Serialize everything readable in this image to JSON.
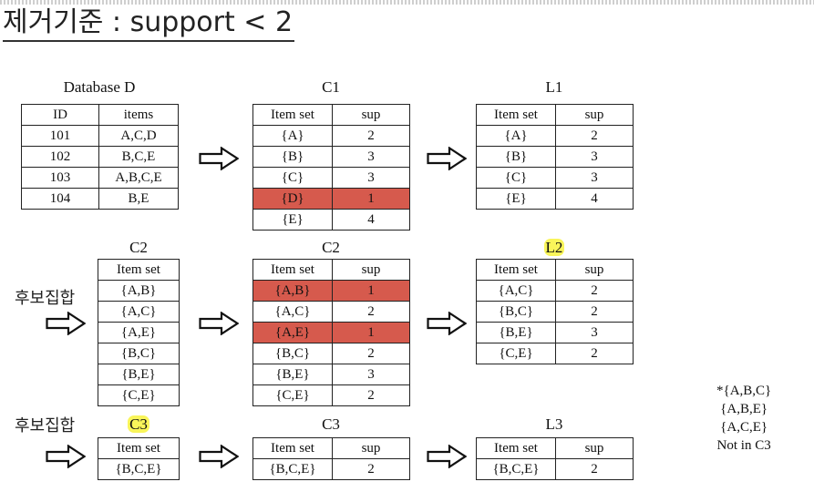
{
  "heading": "제거기준 : support < 2",
  "database": {
    "title": "Database D",
    "headers": [
      "ID",
      "items"
    ],
    "rows": [
      [
        "101",
        "A,C,D"
      ],
      [
        "102",
        "B,C,E"
      ],
      [
        "103",
        "A,B,C,E"
      ],
      [
        "104",
        "B,E"
      ]
    ]
  },
  "c1": {
    "title": "C1",
    "headers": [
      "Item set",
      "sup"
    ],
    "rows": [
      [
        "{A}",
        "2"
      ],
      [
        "{B}",
        "3"
      ],
      [
        "{C}",
        "3"
      ],
      [
        "{D}",
        "1"
      ],
      [
        "{E}",
        "4"
      ]
    ]
  },
  "l1": {
    "title": "L1",
    "headers": [
      "Item set",
      "sup"
    ],
    "rows": [
      [
        "{A}",
        "2"
      ],
      [
        "{B}",
        "3"
      ],
      [
        "{C}",
        "3"
      ],
      [
        "{E}",
        "4"
      ]
    ]
  },
  "c2_candidates": {
    "title": "C2",
    "headers": [
      "Item set"
    ],
    "rows": [
      [
        "{A,B}"
      ],
      [
        "{A,C}"
      ],
      [
        "{A,E}"
      ],
      [
        "{B,C}"
      ],
      [
        "{B,E}"
      ],
      [
        "{C,E}"
      ]
    ]
  },
  "c2_counts": {
    "title": "C2",
    "headers": [
      "Item set",
      "sup"
    ],
    "rows": [
      [
        "{A,B}",
        "1"
      ],
      [
        "{A,C}",
        "2"
      ],
      [
        "{A,E}",
        "1"
      ],
      [
        "{B,C}",
        "2"
      ],
      [
        "{B,E}",
        "3"
      ],
      [
        "{C,E}",
        "2"
      ]
    ]
  },
  "l2": {
    "title": "L2",
    "headers": [
      "Item set",
      "sup"
    ],
    "rows": [
      [
        "{A,C}",
        "2"
      ],
      [
        "{B,C}",
        "2"
      ],
      [
        "{B,E}",
        "3"
      ],
      [
        "{C,E}",
        "2"
      ]
    ]
  },
  "c3_candidates": {
    "title": "C3",
    "headers": [
      "Item set"
    ],
    "rows": [
      [
        "{B,C,E}"
      ]
    ]
  },
  "c3_counts": {
    "title": "C3",
    "headers": [
      "Item set",
      "sup"
    ],
    "rows": [
      [
        "{B,C,E}",
        "2"
      ]
    ]
  },
  "l3": {
    "title": "L3",
    "headers": [
      "Item set",
      "sup"
    ],
    "rows": [
      [
        "{B,C,E}",
        "2"
      ]
    ]
  },
  "candidate_label": "후보집합",
  "note": [
    "*{A,B,C}",
    "{A,B,E}",
    "{A,C,E}",
    "Not in C3"
  ],
  "colors": {
    "pruned_row": "#d65a4d",
    "highlight": "#f9f55a"
  }
}
